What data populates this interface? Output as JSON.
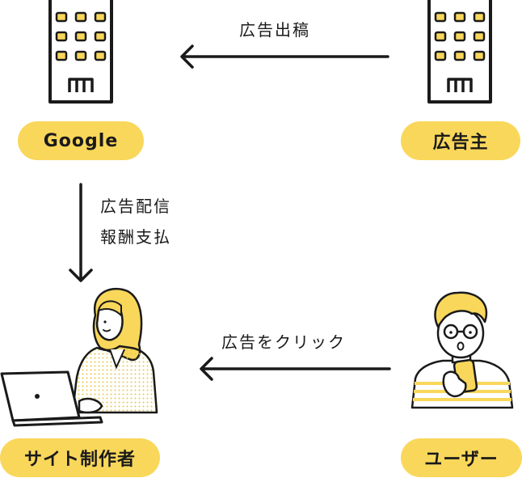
{
  "colors": {
    "accent": "#f9d75b",
    "ink": "#1a1a1a",
    "background": "#ffffff"
  },
  "nodes": {
    "google": {
      "label": "Google",
      "icon": "office-building-icon"
    },
    "advertiser": {
      "label": "広告主",
      "icon": "office-building-icon"
    },
    "site_creator": {
      "label": "サイト制作者",
      "icon": "woman-with-laptop-illustration"
    },
    "user": {
      "label": "ユーザー",
      "icon": "man-with-smartphone-illustration"
    }
  },
  "edges": {
    "advertiser_to_google": {
      "label": "広告出稿",
      "icon": "arrow-left-icon"
    },
    "google_to_site_creator": {
      "label_line1": "広告配信",
      "label_line2": "報酬支払",
      "icon": "arrow-down-icon"
    },
    "user_to_site_creator": {
      "label": "広告をクリック",
      "icon": "arrow-left-icon"
    }
  }
}
